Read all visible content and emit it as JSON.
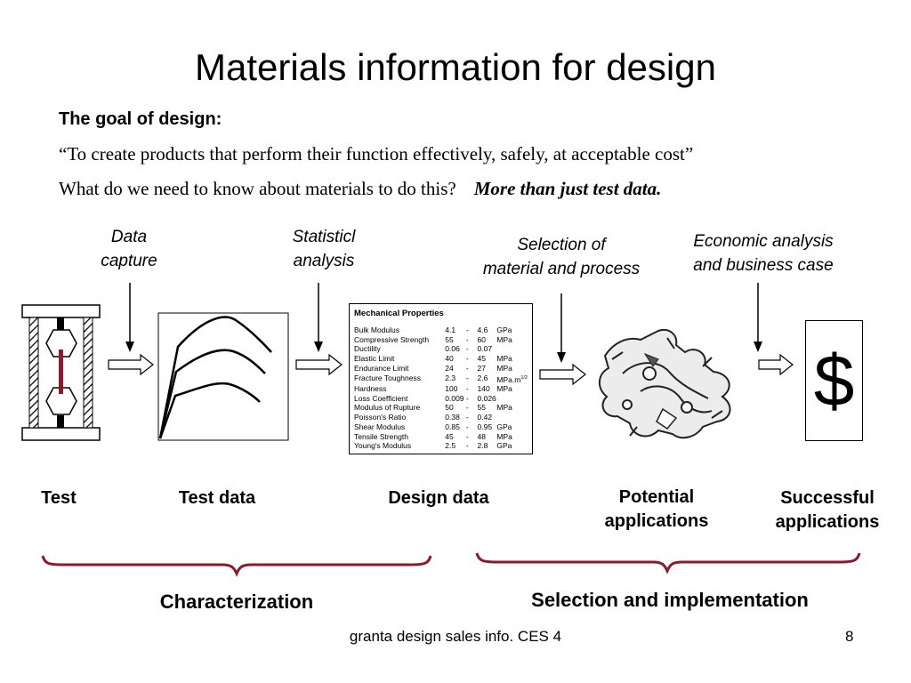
{
  "slide": {
    "title": "Materials information for design",
    "goal_heading": "The goal of design:",
    "goal_quote": "“To create products that perform their function effectively, safely, at acceptable cost”",
    "question": "What do we need to know about materials to do this?",
    "question_emphasis": "More than just test data",
    "question_period": "."
  },
  "captions": {
    "data_capture": [
      "Data",
      "capture"
    ],
    "statistical_analysis": [
      "Statisticl",
      "analysis"
    ],
    "selection": [
      "Selection of",
      "material and process"
    ],
    "economic": [
      "Economic analysis",
      "and business case"
    ]
  },
  "stage_labels": {
    "test": "Test",
    "test_data": "Test data",
    "design_data": "Design data",
    "potential": [
      "Potential",
      "applications"
    ],
    "successful": [
      "Successful",
      "applications"
    ]
  },
  "mechanical_properties": {
    "title": "Mechanical Properties",
    "rows": [
      {
        "name": "Bulk Modulus",
        "low": "4.1",
        "sep": "-",
        "high": "4.6",
        "unit": "GPa"
      },
      {
        "name": "Compressive Strength",
        "low": "55",
        "sep": "-",
        "high": "60",
        "unit": "MPa"
      },
      {
        "name": "Ductility",
        "low": "0.06",
        "sep": "-",
        "high": "0.07",
        "unit": ""
      },
      {
        "name": "Elastic Limit",
        "low": "40",
        "sep": "-",
        "high": "45",
        "unit": "MPa"
      },
      {
        "name": "Endurance Limit",
        "low": "24",
        "sep": "-",
        "high": "27",
        "unit": "MPa"
      },
      {
        "name": "Fracture Toughness",
        "low": "2.3",
        "sep": "-",
        "high": "2.6",
        "unit": "MPa.m",
        "unit_sup": "1/2"
      },
      {
        "name": "Hardness",
        "low": "100",
        "sep": "-",
        "high": "140",
        "unit": "MPa"
      },
      {
        "name": "Loss Coefficient",
        "low": "0.009",
        "sep": "-",
        "high": "0.026",
        "unit": ""
      },
      {
        "name": "Modulus of Rupture",
        "low": "50",
        "sep": "-",
        "high": "55",
        "unit": "MPa"
      },
      {
        "name": "Poisson's Ratio",
        "low": "0.38",
        "sep": "-",
        "high": "0.42",
        "unit": ""
      },
      {
        "name": "Shear Modulus",
        "low": "0.85",
        "sep": "-",
        "high": "0.95",
        "unit": "GPa"
      },
      {
        "name": "Tensile Strength",
        "low": "45",
        "sep": "-",
        "high": "48",
        "unit": "MPa"
      },
      {
        "name": "Young's Modulus",
        "low": "2.5",
        "sep": "-",
        "high": "2.8",
        "unit": "GPa"
      }
    ]
  },
  "dollar_symbol": "$",
  "groups": {
    "characterization": "Characterization",
    "selection_implementation": "Selection and implementation"
  },
  "footer": {
    "text": "granta design sales info.  CES 4",
    "page": "8"
  },
  "colors": {
    "text": "#000000",
    "brace": "#8b1a2a",
    "specimen": "#8b1a2a",
    "hatch": "#000000",
    "background": "#ffffff"
  },
  "icons": {
    "test_rig": "tensile-test-rig-icon",
    "stress_strain": "stress-strain-curves-icon",
    "component": "cast-component-icon",
    "flow_arrow": "hollow-right-arrow-icon",
    "input_arrow": "down-arrow-icon",
    "brace": "curly-brace-icon"
  }
}
